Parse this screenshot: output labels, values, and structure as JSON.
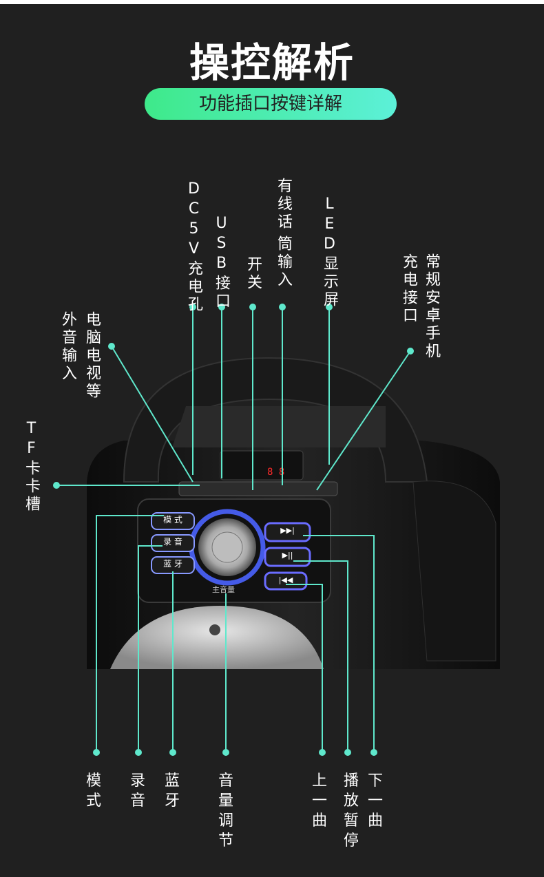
{
  "header": {
    "title": "操控解析",
    "subtitle": "功能插口按键详解"
  },
  "top_labels": {
    "dc5v": "DC5V充电孔",
    "usb": "USB接口",
    "power": "开关",
    "mic_line1": "有线话",
    "mic_line2": "筒输入",
    "led": "LED显示屏",
    "phone_line1": "常规安卓手机",
    "phone_line2": "充电接口",
    "aux_line1": "电脑电视等",
    "aux_line2": "外音输入",
    "tf": "TF卡卡槽"
  },
  "panel": {
    "mode": "模 式",
    "record": "录 音",
    "bt": "蓝 牙",
    "volume": "主音量",
    "next_icon": "▶▶|",
    "play_icon": "▶||",
    "prev_icon": "|◀◀"
  },
  "bottom_labels": {
    "mode": "模式",
    "record": "录音",
    "bluetooth": "蓝牙",
    "volume": "音量调节",
    "prev": "上一曲",
    "play": "播放暂停",
    "next": "下一曲"
  },
  "colors": {
    "accent": "#5fe8cc",
    "pill_start": "#3ee98a",
    "pill_end": "#5cf0d8",
    "glow": "#4b64ff"
  }
}
